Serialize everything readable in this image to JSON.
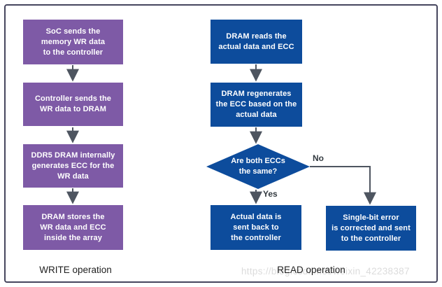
{
  "colors": {
    "box_purple": "#7E5AA6",
    "box_blue": "#0D4C9C",
    "box_text": "#FFFFFF",
    "arrow": "#4E5560",
    "label_text": "#1F1F1F",
    "frame_border": "#46465E",
    "watermark": "#DCDCDC"
  },
  "write": {
    "label": "WRITE operation",
    "steps": [
      {
        "text": "SoC sends the\nmemory WR data\nto the controller"
      },
      {
        "text": "Controller sends the\nWR data to DRAM"
      },
      {
        "text": "DDR5 DRAM internally\ngenerates ECC for the\nWR data"
      },
      {
        "text": "DRAM stores the\nWR data and ECC\ninside the array"
      }
    ]
  },
  "read": {
    "label": "READ operation",
    "steps": [
      {
        "text": "DRAM reads the\nactual data and ECC"
      },
      {
        "text": "DRAM regenerates\nthe ECC based on the\nactual data"
      }
    ],
    "decision": {
      "text": "Are both ECCs\nthe same?",
      "yes_label": "Yes",
      "no_label": "No"
    },
    "outcomes": [
      {
        "text": "Actual data is\nsent back to\nthe controller"
      },
      {
        "text": "Single-bit error\nis corrected and sent\nto the controller"
      }
    ]
  },
  "watermark": "https://blog.csdn.net/weixin_42238387"
}
